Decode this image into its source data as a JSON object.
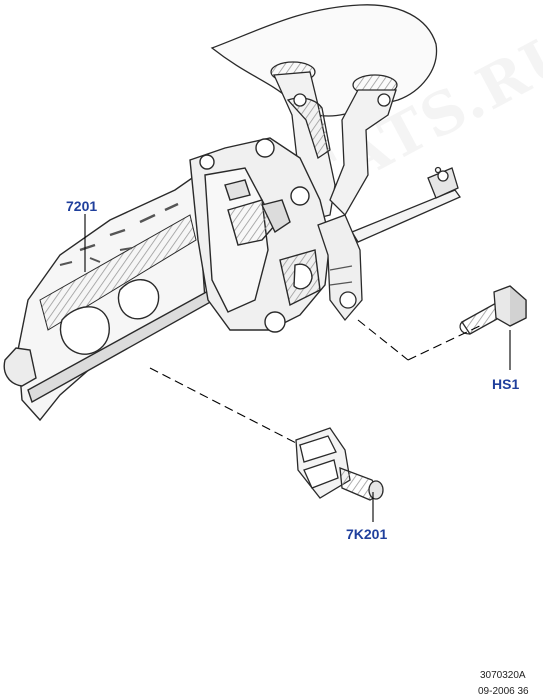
{
  "diagram": {
    "watermark": "WWW.ELCATS.RU",
    "callouts": [
      {
        "id": "steering-column-assembly",
        "label": "7201"
      },
      {
        "id": "bolt",
        "label": "HS1"
      },
      {
        "id": "intermediate-shaft",
        "label": "7K201"
      }
    ],
    "reference": {
      "code": "3070320A",
      "date": "09-2006 36"
    }
  },
  "colors": {
    "callout_text": "#1f3f9c",
    "leader": "#000000",
    "outline": "#2a2a2a",
    "shade": "#8a8a8a"
  }
}
